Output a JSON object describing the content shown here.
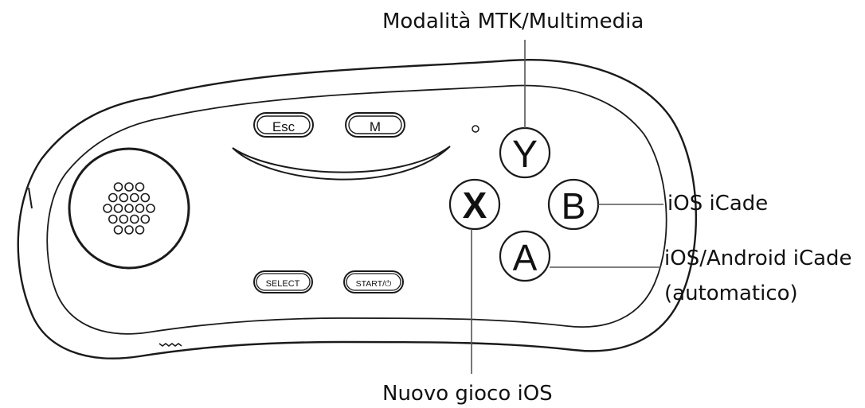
{
  "diagram": {
    "buttons": {
      "esc": "Esc",
      "m": "M",
      "select": "SELECT",
      "start": "START/⏻",
      "y": "Y",
      "x": "X",
      "b": "B",
      "a": "A"
    },
    "callouts": {
      "top": "Modalità MTK/Multimedia",
      "right_b": "iOS iCade",
      "right_a_line1": "iOS/Android iCade",
      "right_a_line2": "(automatico)",
      "bottom": "Nuovo gioco iOS"
    },
    "colors": {
      "stroke": "#1a1a1a",
      "callout_line": "#555555",
      "text": "#111111"
    }
  }
}
